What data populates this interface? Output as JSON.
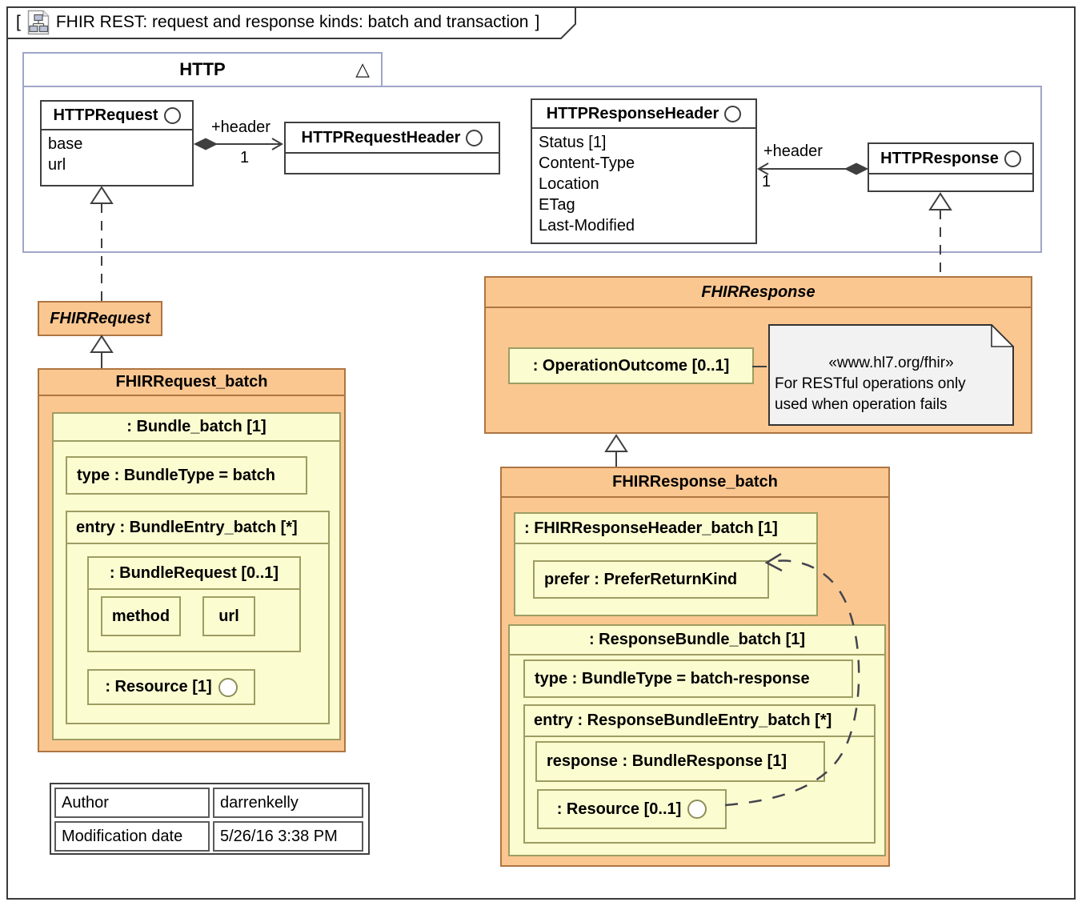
{
  "frame": {
    "bracket_open": "[",
    "bracket_close": "]",
    "title": "FHIR REST: request and response kinds: batch and transaction"
  },
  "http_package": {
    "name": "HTTP",
    "collapse_triangle": "△",
    "classes": {
      "request": {
        "name": "HTTPRequest",
        "attrs": [
          "base",
          "url"
        ]
      },
      "request_header": {
        "name": "HTTPRequestHeader"
      },
      "response_header": {
        "name": "HTTPResponseHeader",
        "attrs": [
          "Status [1]",
          "Content-Type",
          "Location",
          "ETag",
          "Last-Modified"
        ]
      },
      "response": {
        "name": "HTTPResponse"
      }
    },
    "assoc_request": {
      "role": "+header",
      "multiplicity": "1"
    },
    "assoc_response": {
      "role": "+header",
      "multiplicity": "1"
    }
  },
  "fhir_request": {
    "name": "FHIRRequest"
  },
  "fhir_request_batch": {
    "name": "FHIRRequest_batch",
    "bundle": {
      "name": ": Bundle_batch [1]",
      "type": "type : BundleType = batch",
      "entry": {
        "name": "entry : BundleEntry_batch [*]",
        "bundle_request": {
          "name": ": BundleRequest [0..1]",
          "method": "method",
          "url": "url"
        },
        "resource": ": Resource [1]"
      }
    }
  },
  "fhir_response": {
    "name": "FHIRResponse",
    "operation_outcome": ": OperationOutcome [0..1]",
    "note": {
      "stereotype": "«www.hl7.org/fhir»",
      "line1": "For RESTful operations only",
      "line2": "used when operation fails"
    }
  },
  "fhir_response_batch": {
    "name": "FHIRResponse_batch",
    "header_part": {
      "name": ": FHIRResponseHeader_batch [1]",
      "prefer": "prefer : PreferReturnKind"
    },
    "bundle": {
      "name": ": ResponseBundle_batch [1]",
      "type": "type : BundleType = batch-response",
      "entry": {
        "name": "entry : ResponseBundleEntry_batch [*]",
        "response": "response : BundleResponse [1]",
        "resource": ": Resource [0..1]"
      }
    }
  },
  "info_table": {
    "rows": [
      [
        "Author",
        "darrenkelly"
      ],
      [
        "Modification date",
        "5/26/16 3:38 PM"
      ]
    ]
  },
  "colors": {
    "class_border": "#3f3f3f",
    "orange_fill": "#fac791",
    "orange_border": "#ae7542",
    "yellow_fill": "#fcfcd1",
    "yellow_border": "#9d9d63",
    "package_border": "#9fa5c9",
    "note_fill": "#f2f2f2",
    "connector": "#3f3f3f"
  }
}
